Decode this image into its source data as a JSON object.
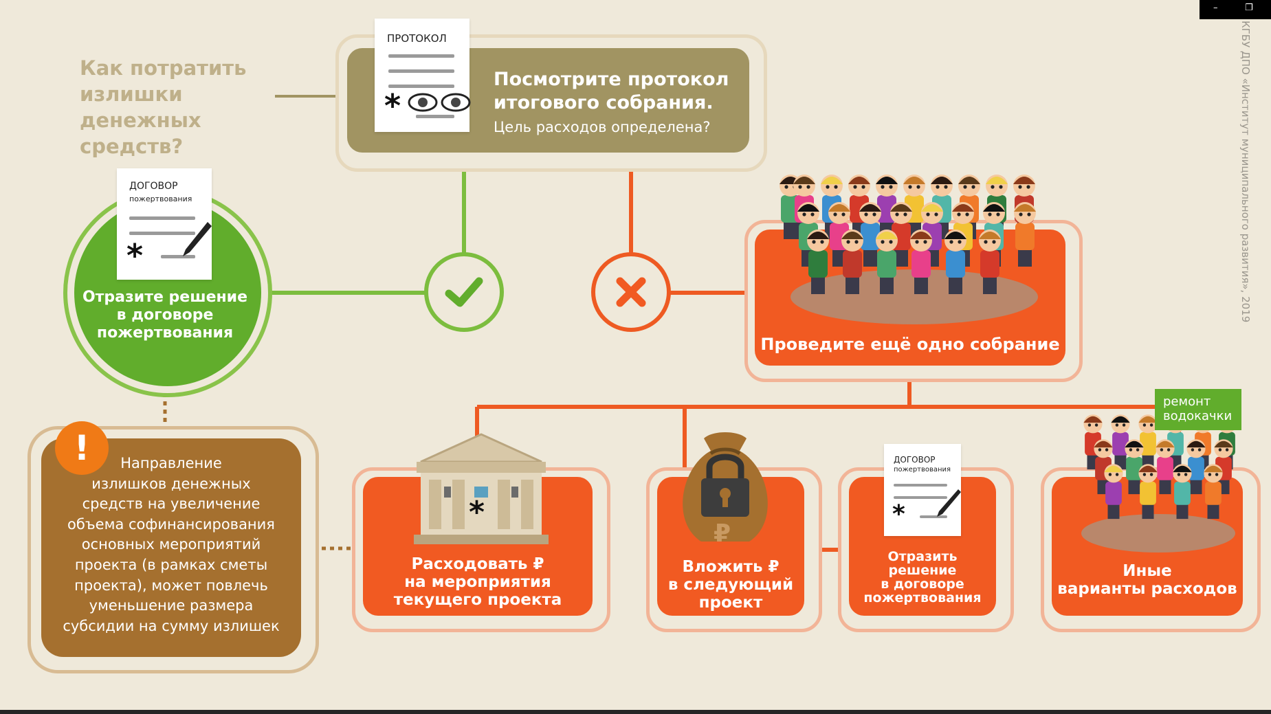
{
  "question": {
    "lines": [
      "Как потратить",
      "излишки денежных",
      "средств?"
    ]
  },
  "protocol_box": {
    "doc_title": "ПРОТОКОЛ",
    "title_line1": "Посмотрите протокол",
    "title_line2": "итогового собрания.",
    "subtitle": "Цель расходов определена?"
  },
  "yes_branch": {
    "check_icon": "check-icon",
    "doc_title": "ДОГОВОР",
    "doc_subtitle": "пожертвования",
    "label_lines": [
      "Отразите решение",
      "в договоре",
      "пожертвования"
    ]
  },
  "no_branch": {
    "cross_icon": "cross-icon",
    "label": "Проведите ещё одно собрание"
  },
  "options": [
    {
      "lines": [
        "Расходовать ₽",
        "на мероприятия",
        "текущего проекта"
      ],
      "icon": "building-icon"
    },
    {
      "lines": [
        "Вложить ₽",
        "в следующий",
        "проект"
      ],
      "icon": "locked-money-bag-icon"
    },
    {
      "doc_title": "ДОГОВОР",
      "doc_subtitle": "пожертвования",
      "lines": [
        "Отразить",
        "решение",
        "в договоре",
        "пожертвования"
      ],
      "icon": "contract-icon"
    },
    {
      "lines": [
        "Иные",
        "варианты расходов"
      ],
      "icon": "crowd-icon",
      "sign_lines": [
        "ремонт",
        "водокачки"
      ]
    }
  ],
  "note": {
    "icon": "exclamation-icon",
    "mark": "!",
    "lines": [
      "Направление",
      "излишков денежных",
      "средств на увеличение",
      "объема софинансирования",
      "основных мероприятий",
      "проекта (в рамках сметы",
      "проекта), может повлечь",
      "уменьшение размера",
      "субсидии на сумму излишек"
    ]
  },
  "credit": "КГБУ ДПО «Институт муниципального развития», 2019",
  "window_controls": {
    "minimize": "–",
    "restore": "❐"
  },
  "colors": {
    "background": "#efe9da",
    "olive": "#a19462",
    "green": "#61ad2c",
    "orange": "#f15a22",
    "brown": "#a5702f",
    "question": "#bfb08a"
  }
}
